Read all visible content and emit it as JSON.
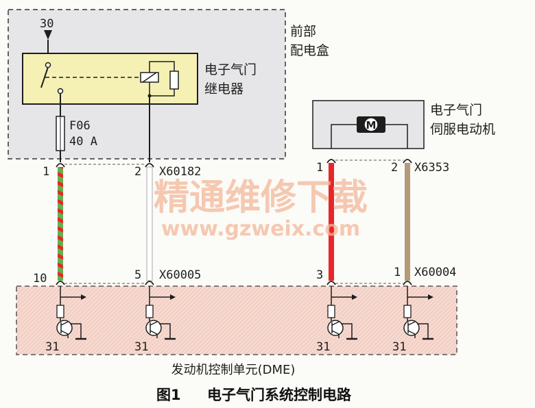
{
  "front_box": {
    "line1": "前部",
    "line2": "配电盒"
  },
  "relay": {
    "line1": "电子气门",
    "line2": "继电器"
  },
  "terminal_30": "30",
  "fuse": {
    "name": "F06",
    "rating": "40 A"
  },
  "servo": {
    "line1": "电子气门",
    "line2": "伺服电动机",
    "motor_symbol": "M"
  },
  "connectors": {
    "x60182": "X60182",
    "x6353": "X6353",
    "x60005": "X60005",
    "x60004": "X60004",
    "pin_1a": "1",
    "pin_2a": "2",
    "pin_1b": "1",
    "pin_2b": "2",
    "pin_10": "10",
    "pin_5": "5",
    "pin_3": "3",
    "pin_1c": "1"
  },
  "ground": {
    "g1": "31",
    "g2": "31",
    "g3": "31",
    "g4": "31"
  },
  "dme_label": "发动机控制单元(DME)",
  "watermark": {
    "line1": "精通维修下载",
    "line2": "www.gzweix.com"
  },
  "caption": {
    "fig": "图1",
    "title": "电子气门系统控制电路"
  },
  "colors": {
    "red": "#e8262a",
    "green": "#5fb24a",
    "tan": "#b49a78",
    "pink_fill": "#f6d9d0",
    "gray_fill": "#e6e6e8",
    "relay_fill": "#f5f0b4"
  }
}
